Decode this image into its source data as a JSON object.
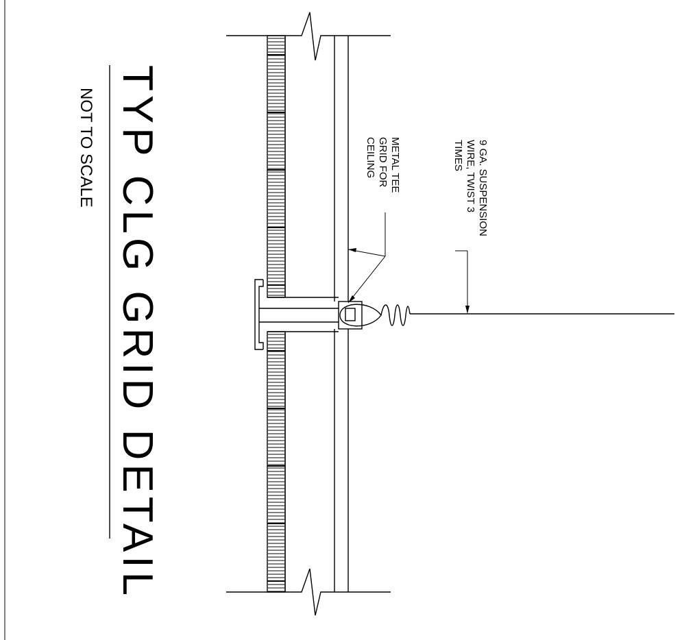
{
  "title": "TYP CLG GRID DETAIL",
  "scale_note": "NOT TO SCALE",
  "callouts": {
    "suspension": [
      "9 GA. SUSPENSION",
      "WIRE, TWIST 3",
      "TIMES"
    ],
    "tee": [
      "METAL TEE",
      "GRID FOR",
      "CEILING"
    ]
  }
}
